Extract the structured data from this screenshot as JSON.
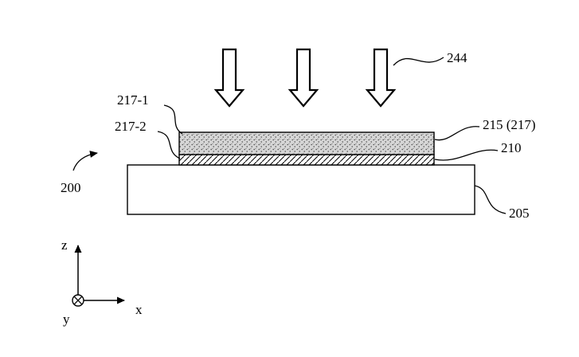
{
  "figure": {
    "labels": {
      "irradiation": "244",
      "layer_217_1": "217-1",
      "layer_217_2": "217-2",
      "layer_215": "215 (217)",
      "layer_210": "210",
      "substrate_205": "205",
      "assembly_200": "200"
    },
    "axes": {
      "z": "z",
      "x": "x",
      "y": "y"
    },
    "colors": {
      "line": "#000000",
      "stippled_layer_fill": "#d6d6d6",
      "background": "#ffffff"
    }
  }
}
